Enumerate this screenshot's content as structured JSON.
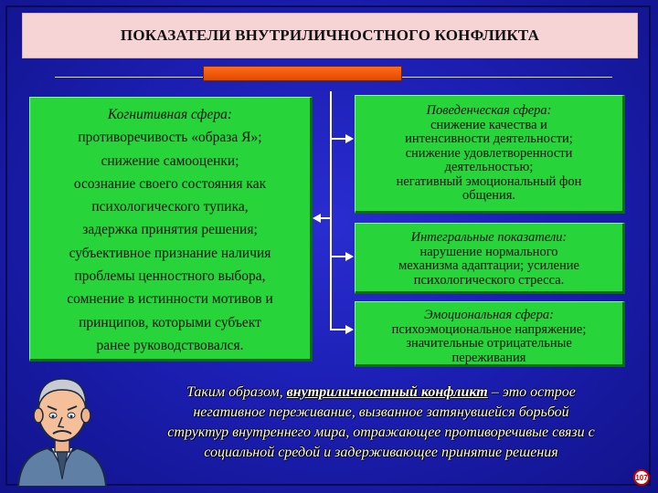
{
  "title": "ПОКАЗАТЕЛИ ВНУТРИЛИЧНОСТНОГО КОНФЛИКТА",
  "cognitive": {
    "heading": "Когнитивная сфера:",
    "lines": [
      "противоречивость «образа Я»;",
      "снижение самооценки;",
      "осознание своего состояния как",
      "психологического тупика,",
      "задержка принятия решения;",
      "субъективное признание наличия",
      "проблемы ценностного выбора,",
      "сомнение в истинности мотивов и",
      "принципов, которыми субъект",
      "ранее руководствовался."
    ]
  },
  "behavioral": {
    "heading": "Поведенческая сфера:",
    "lines": [
      "снижение качества и",
      "интенсивности деятельности;",
      "снижение удовлетворенности",
      "деятельностью;",
      "негативный эмоциональный фон",
      "общения."
    ]
  },
  "integral": {
    "heading": "Интегральные показатели:",
    "lines": [
      "нарушение нормального",
      "механизма адаптации; усиление",
      "психологического стресса."
    ]
  },
  "emotional": {
    "heading": "Эмоциональная сфера:",
    "lines": [
      "психоэмоциональное напряжение;",
      "значительные отрицательные",
      "переживания"
    ]
  },
  "conclusion": {
    "lead": "Таким образом,",
    "term": "внутриличностный конфликт",
    "line1_rest": "– это острое",
    "line2": "негативное переживание, вызванное затянувшейся борьбой",
    "line3": "структур внутреннего мира, отражающее противоречивые связи с",
    "line4": "социальной средой и задерживающее принятие решения"
  },
  "page_number": "107",
  "colors": {
    "background": "#1c1fb3",
    "box": "#27d43a",
    "title_bg": "#f6d3d4",
    "accent_bar": "#ff6a1a"
  },
  "icons": {
    "person": "worried-man-illustration"
  }
}
